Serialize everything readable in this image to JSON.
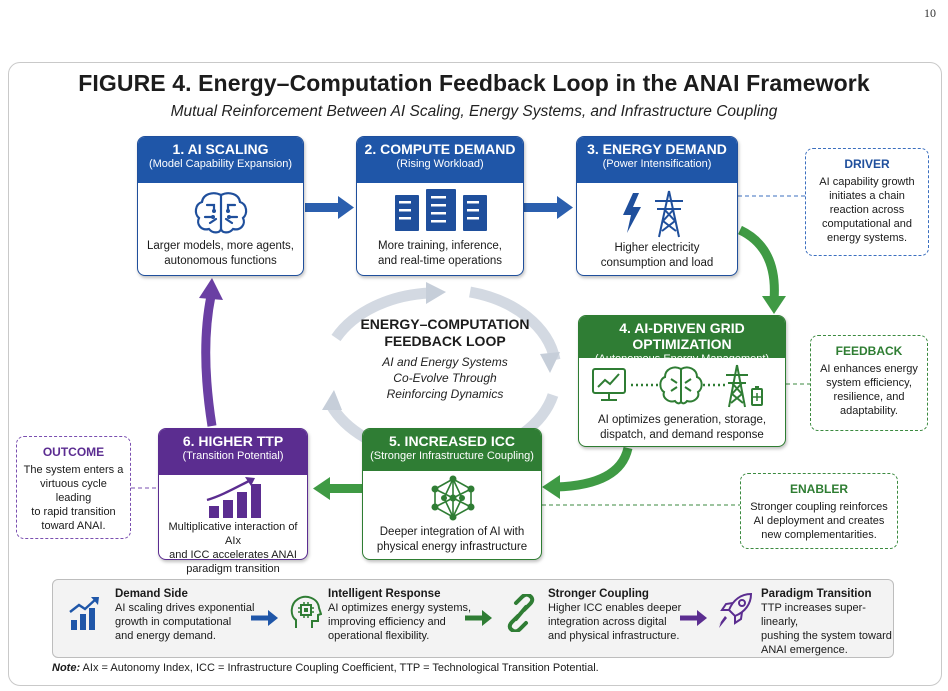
{
  "page_number": "10",
  "figure": {
    "title": "FIGURE 4.  Energy–Computation Feedback Loop in the ANAI Framework",
    "subtitle": "Mutual Reinforcement Between AI Scaling, Energy Systems, and Infrastructure Coupling"
  },
  "colors": {
    "blue": "#1f56a8",
    "green": "#2f7d34",
    "purple": "#5b2d90",
    "loop_grey": "#cfd6e0"
  },
  "stages": {
    "s1": {
      "title": "1. AI SCALING",
      "subtitle": "(Model Capability Expansion)",
      "desc1": "Larger models, more agents,",
      "desc2": "autonomous functions",
      "icon": "brain-circuit-icon"
    },
    "s2": {
      "title": "2. COMPUTE DEMAND",
      "subtitle": "(Rising Workload)",
      "desc1": "More training, inference,",
      "desc2": "and real-time operations",
      "icon": "server-racks-icon"
    },
    "s3": {
      "title": "3. ENERGY DEMAND",
      "subtitle": "(Power Intensification)",
      "desc1": "Higher electricity",
      "desc2": "consumption and load",
      "icon": "lightning-pylon-icon"
    },
    "s4": {
      "title": "4. AI-DRIVEN GRID OPTIMIZATION",
      "subtitle": "(Autonomous Energy Management)",
      "desc1": "AI optimizes generation, storage,",
      "desc2": "dispatch, and demand response",
      "icon": "grid-optimization-icon"
    },
    "s5": {
      "title": "5. INCREASED ICC",
      "subtitle": "(Stronger Infrastructure Coupling)",
      "desc1": "Deeper integration of AI with",
      "desc2": "physical energy infrastructure",
      "icon": "network-nodes-icon"
    },
    "s6": {
      "title": "6. HIGHER TTP",
      "subtitle": "(Transition Potential)",
      "desc1": "Multiplicative interaction of AIx",
      "desc2": "and ICC accelerates ANAI",
      "desc3": "paradigm transition",
      "icon": "growth-bars-icon"
    }
  },
  "center": {
    "title1": "ENERGY–COMPUTATION",
    "title2": "FEEDBACK LOOP",
    "line1": "AI and Energy Systems",
    "line2": "Co-Evolve Through",
    "line3": "Reinforcing Dynamics"
  },
  "sides": {
    "driver": {
      "title": "DRIVER",
      "l1": "AI capability growth",
      "l2": "initiates a chain",
      "l3": "reaction across",
      "l4": "computational and",
      "l5": "energy systems."
    },
    "feedback": {
      "title": "FEEDBACK",
      "l1": "AI enhances energy",
      "l2": "system efficiency,",
      "l3": "resilience, and",
      "l4": "adaptability."
    },
    "enabler": {
      "title": "ENABLER",
      "l1": "Stronger coupling reinforces",
      "l2": "AI deployment and creates",
      "l3": "new complementarities."
    },
    "outcome": {
      "title": "OUTCOME",
      "l1": "The system enters a",
      "l2": "virtuous cycle leading",
      "l3": "to rapid transition",
      "l4": "toward ANAI."
    }
  },
  "legend": [
    {
      "title": "Demand Side",
      "l1": "AI scaling drives exponential",
      "l2": "growth in computational",
      "l3": "and energy demand.",
      "icon": "growth-chart-icon"
    },
    {
      "title": "Intelligent Response",
      "l1": "AI optimizes energy systems,",
      "l2": "improving efficiency and",
      "l3": "operational flexibility.",
      "icon": "head-chip-icon"
    },
    {
      "title": "Stronger Coupling",
      "l1": "Higher ICC enables deeper",
      "l2": "integration across digital",
      "l3": "and physical infrastructure.",
      "icon": "chain-link-icon"
    },
    {
      "title": "Paradigm Transition",
      "l1": "TTP increases super-linearly,",
      "l2": "pushing the system toward",
      "l3": "ANAI emergence.",
      "icon": "rocket-icon"
    }
  ],
  "note": {
    "label": "Note:",
    "text": " AIx = Autonomy Index, ICC = Infrastructure Coupling Coefficient, TTP = Technological Transition Potential."
  }
}
